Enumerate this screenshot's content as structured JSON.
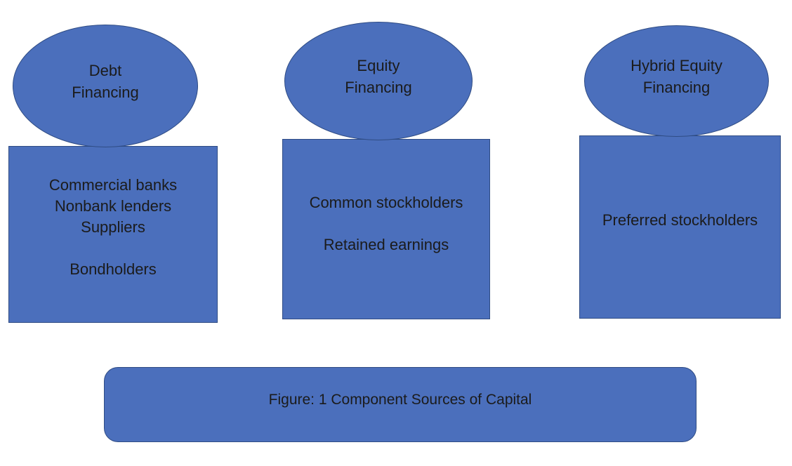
{
  "colors": {
    "shape_fill": "#4b6fbc",
    "shape_border": "#2f4c84",
    "text": "#1b1b1b",
    "background": "#ffffff"
  },
  "diagram": {
    "groups": [
      {
        "id": "debt-financing",
        "ellipse_lines": [
          "Debt",
          "Financing"
        ],
        "box_lines": [
          "Commercial banks",
          "Nonbank lenders",
          "Suppliers",
          "",
          "Bondholders"
        ]
      },
      {
        "id": "equity-financing",
        "ellipse_lines": [
          "Equity",
          "Financing"
        ],
        "box_lines": [
          "Common stockholders",
          "",
          "Retained earnings"
        ]
      },
      {
        "id": "hybrid-equity-financing",
        "ellipse_lines": [
          "Hybrid Equity",
          "Financing"
        ],
        "box_lines": [
          "Preferred stockholders"
        ]
      }
    ],
    "caption": "Figure: 1 Component Sources of Capital"
  }
}
